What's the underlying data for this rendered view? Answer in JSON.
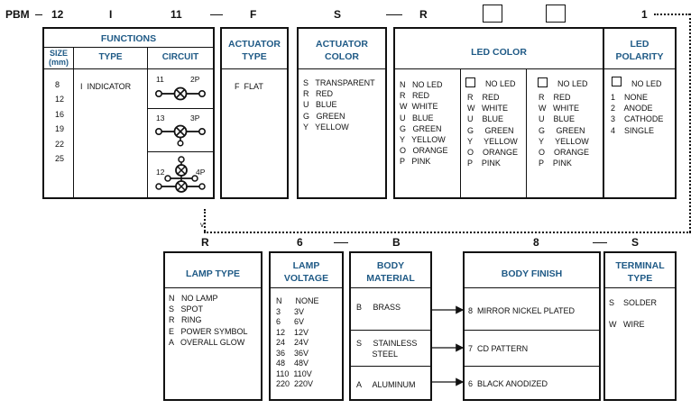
{
  "code_top": [
    "PBM",
    "12",
    "I",
    "11",
    "F",
    "S",
    "R",
    "1"
  ],
  "code_bottom": [
    "R",
    "6",
    "B",
    "8",
    "S"
  ],
  "functions": {
    "title": "FUNCTIONS",
    "size_header": "SIZE\n(mm)",
    "type_header": "TYPE",
    "circuit_header": "CIRCUIT",
    "sizes": "8\n\n12\n\n16\n\n19\n\n22\n\n25",
    "type_value": "I  INDICATOR",
    "circuits": [
      {
        "left": "11",
        "right": "2P"
      },
      {
        "left": "13",
        "right": "3P"
      },
      {
        "left": "12",
        "right": "4P"
      }
    ]
  },
  "actuator_type": {
    "title": "ACTUATOR\nTYPE",
    "items": "F  FLAT"
  },
  "actuator_color": {
    "title": "ACTUATOR\nCOLOR",
    "items": "S   TRANSPARENT\nR   RED\nU   BLUE\nG   GREEN\nY   YELLOW"
  },
  "led_color": {
    "title": "LED COLOR",
    "col1": "N   NO LED\nR   RED\nW  WHITE\nU   BLUE\nG   GREEN\nY   YELLOW\nO   ORANGE\nP   PINK",
    "col2_none": "NO LED",
    "col2": "R    RED\nW   WHITE\nU    BLUE\nG     GREEN\nY     YELLOW\nO    ORANGE\nP    PINK",
    "col3_none": "NO LED",
    "col3": "R    RED\nW   WHITE\nU    BLUE\nG     GREEN\nY     YELLOW\nO    ORANGE\nP    PINK"
  },
  "led_polarity": {
    "title": "LED\nPOLARITY",
    "none": "NO LED",
    "items": "1    NONE\n2    ANODE\n3    CATHODE\n4    SINGLE"
  },
  "lamp_type": {
    "title": "LAMP TYPE",
    "items": "N   NO LAMP\nS   SPOT\nR   RING\nE   POWER SYMBOL\nA   OVERALL GLOW"
  },
  "lamp_voltage": {
    "title": "LAMP\nVOLTAGE",
    "items": "N      NONE\n3      3V\n6      6V\n12    12V\n24    24V\n36    36V\n48    48V\n110  110V\n220  220V"
  },
  "body_material": {
    "title": "BODY\nMATERIAL",
    "rows": [
      "B     BRASS",
      "S     STAINLESS\n       STEEL",
      "A     ALUMINUM"
    ]
  },
  "body_finish": {
    "title": "BODY FINISH",
    "rows": [
      "8  MIRROR NICKEL PLATED",
      "7  CD PATTERN",
      "6  BLACK ANODIZED"
    ]
  },
  "terminal_type": {
    "title": "TERMINAL\nTYPE",
    "items": "S    SOLDER\n\nW   WIRE"
  },
  "continuation_marker": "v"
}
